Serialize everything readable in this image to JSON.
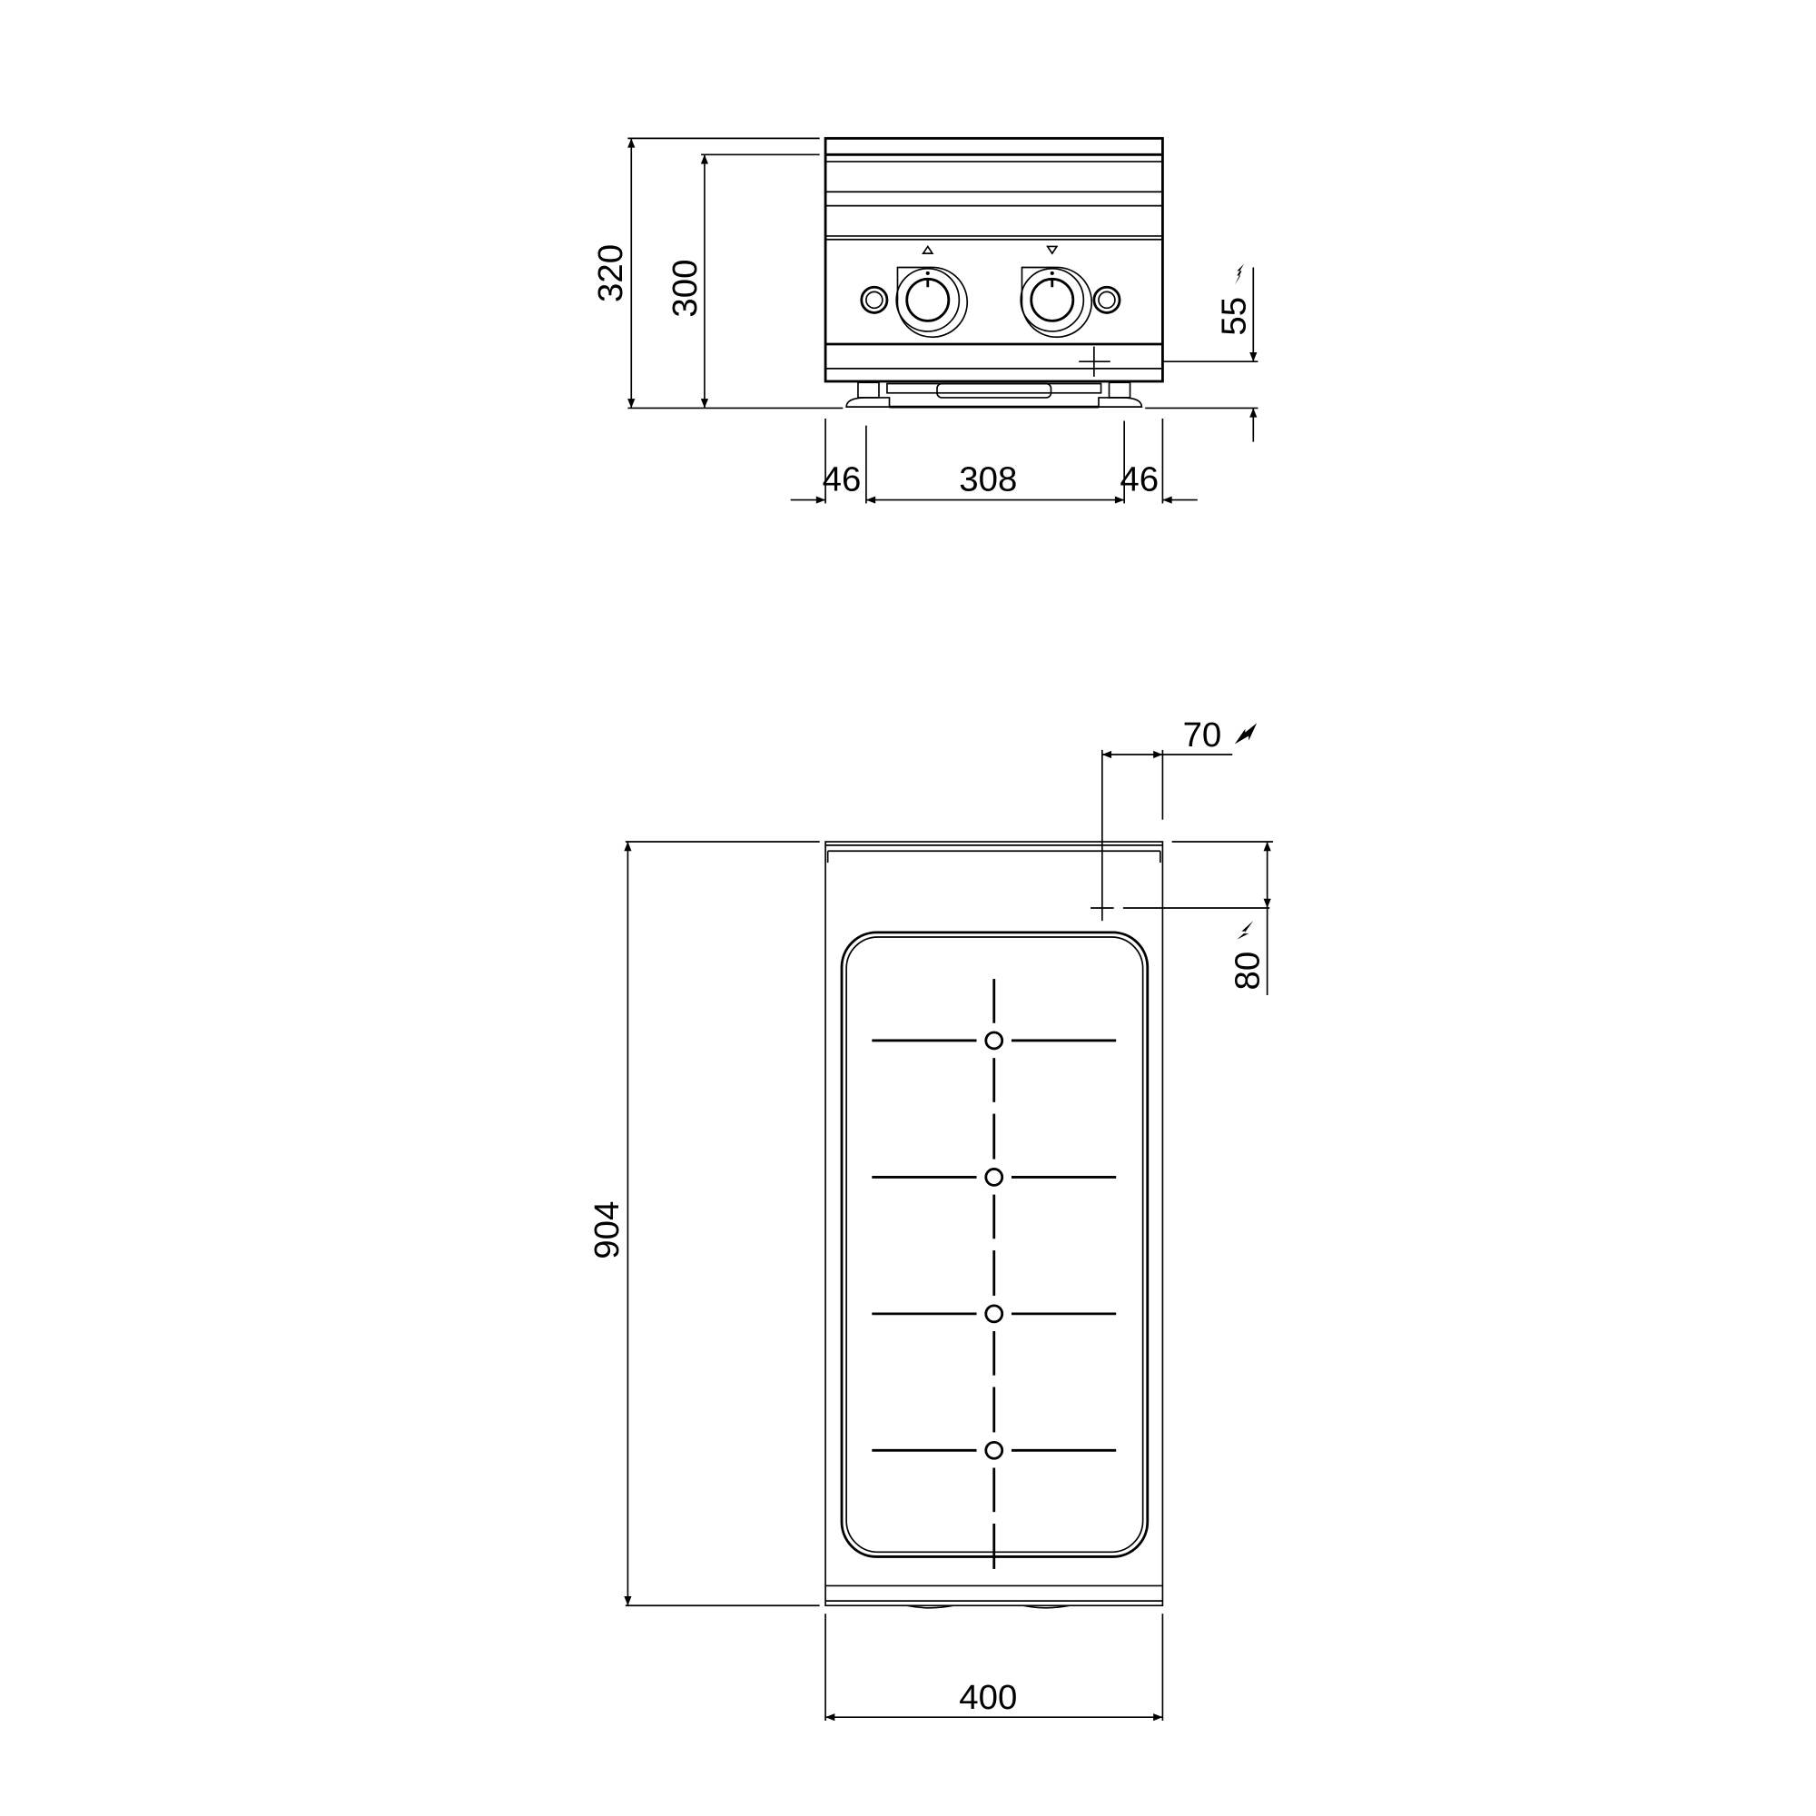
{
  "front_view": {
    "dimensions": {
      "overall_height": "320",
      "body_height": "300",
      "electrical_height": "55",
      "left_offset": "46",
      "feet_span": "308",
      "right_offset": "46"
    },
    "knobs": [
      {
        "symbol": "triangle-up"
      },
      {
        "symbol": "triangle-down"
      }
    ]
  },
  "top_view": {
    "dimensions": {
      "depth": "904",
      "width": "400",
      "electrical_x": "70",
      "electrical_y": "80"
    },
    "burner_count": 4
  },
  "icons": {
    "electrical": "lightning-icon"
  },
  "colors": {
    "line": "#000000",
    "background": "#ffffff"
  }
}
